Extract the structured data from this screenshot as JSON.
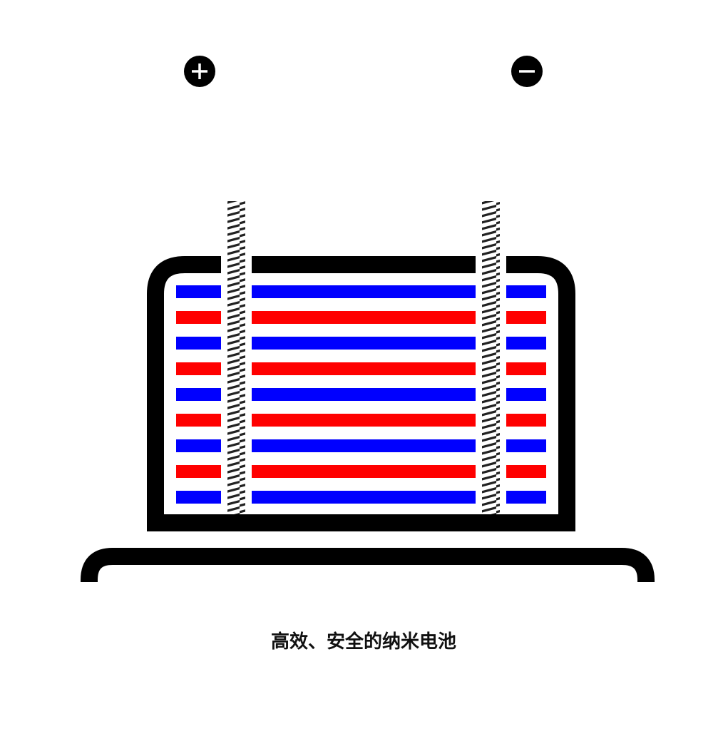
{
  "terminals": {
    "positive": {
      "symbol": "+",
      "icon": "plus-circle-icon"
    },
    "negative": {
      "symbol": "−",
      "icon": "minus-circle-icon"
    }
  },
  "colors": {
    "outline": "#000000",
    "layer_a": "#0000ff",
    "layer_b": "#ff0000",
    "background": "#ffffff",
    "hatch": "#222222"
  },
  "layers": [
    "a",
    "b",
    "a",
    "b",
    "a",
    "b",
    "a",
    "b",
    "a"
  ],
  "caption": "高效、安全的纳米电池"
}
